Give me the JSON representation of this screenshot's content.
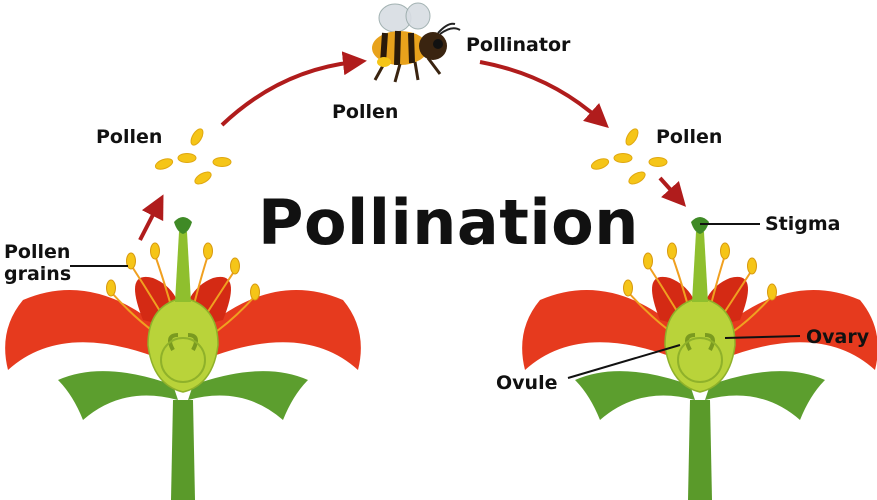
{
  "title": "Pollination",
  "labels": {
    "pollinator": "Pollinator",
    "pollen_bee": "Pollen",
    "pollen_left": "Pollen",
    "pollen_right": "Pollen",
    "pollen_grains_line1": "Pollen",
    "pollen_grains_line2": "grains",
    "stigma": "Stigma",
    "ovary": "Ovary",
    "ovule": "Ovule"
  },
  "colors": {
    "arrow": "#b01c1c",
    "petal": "#e63a1e",
    "leaf": "#5c9e2e",
    "ovary": "#b9d33a",
    "pollen": "#f5c518"
  }
}
